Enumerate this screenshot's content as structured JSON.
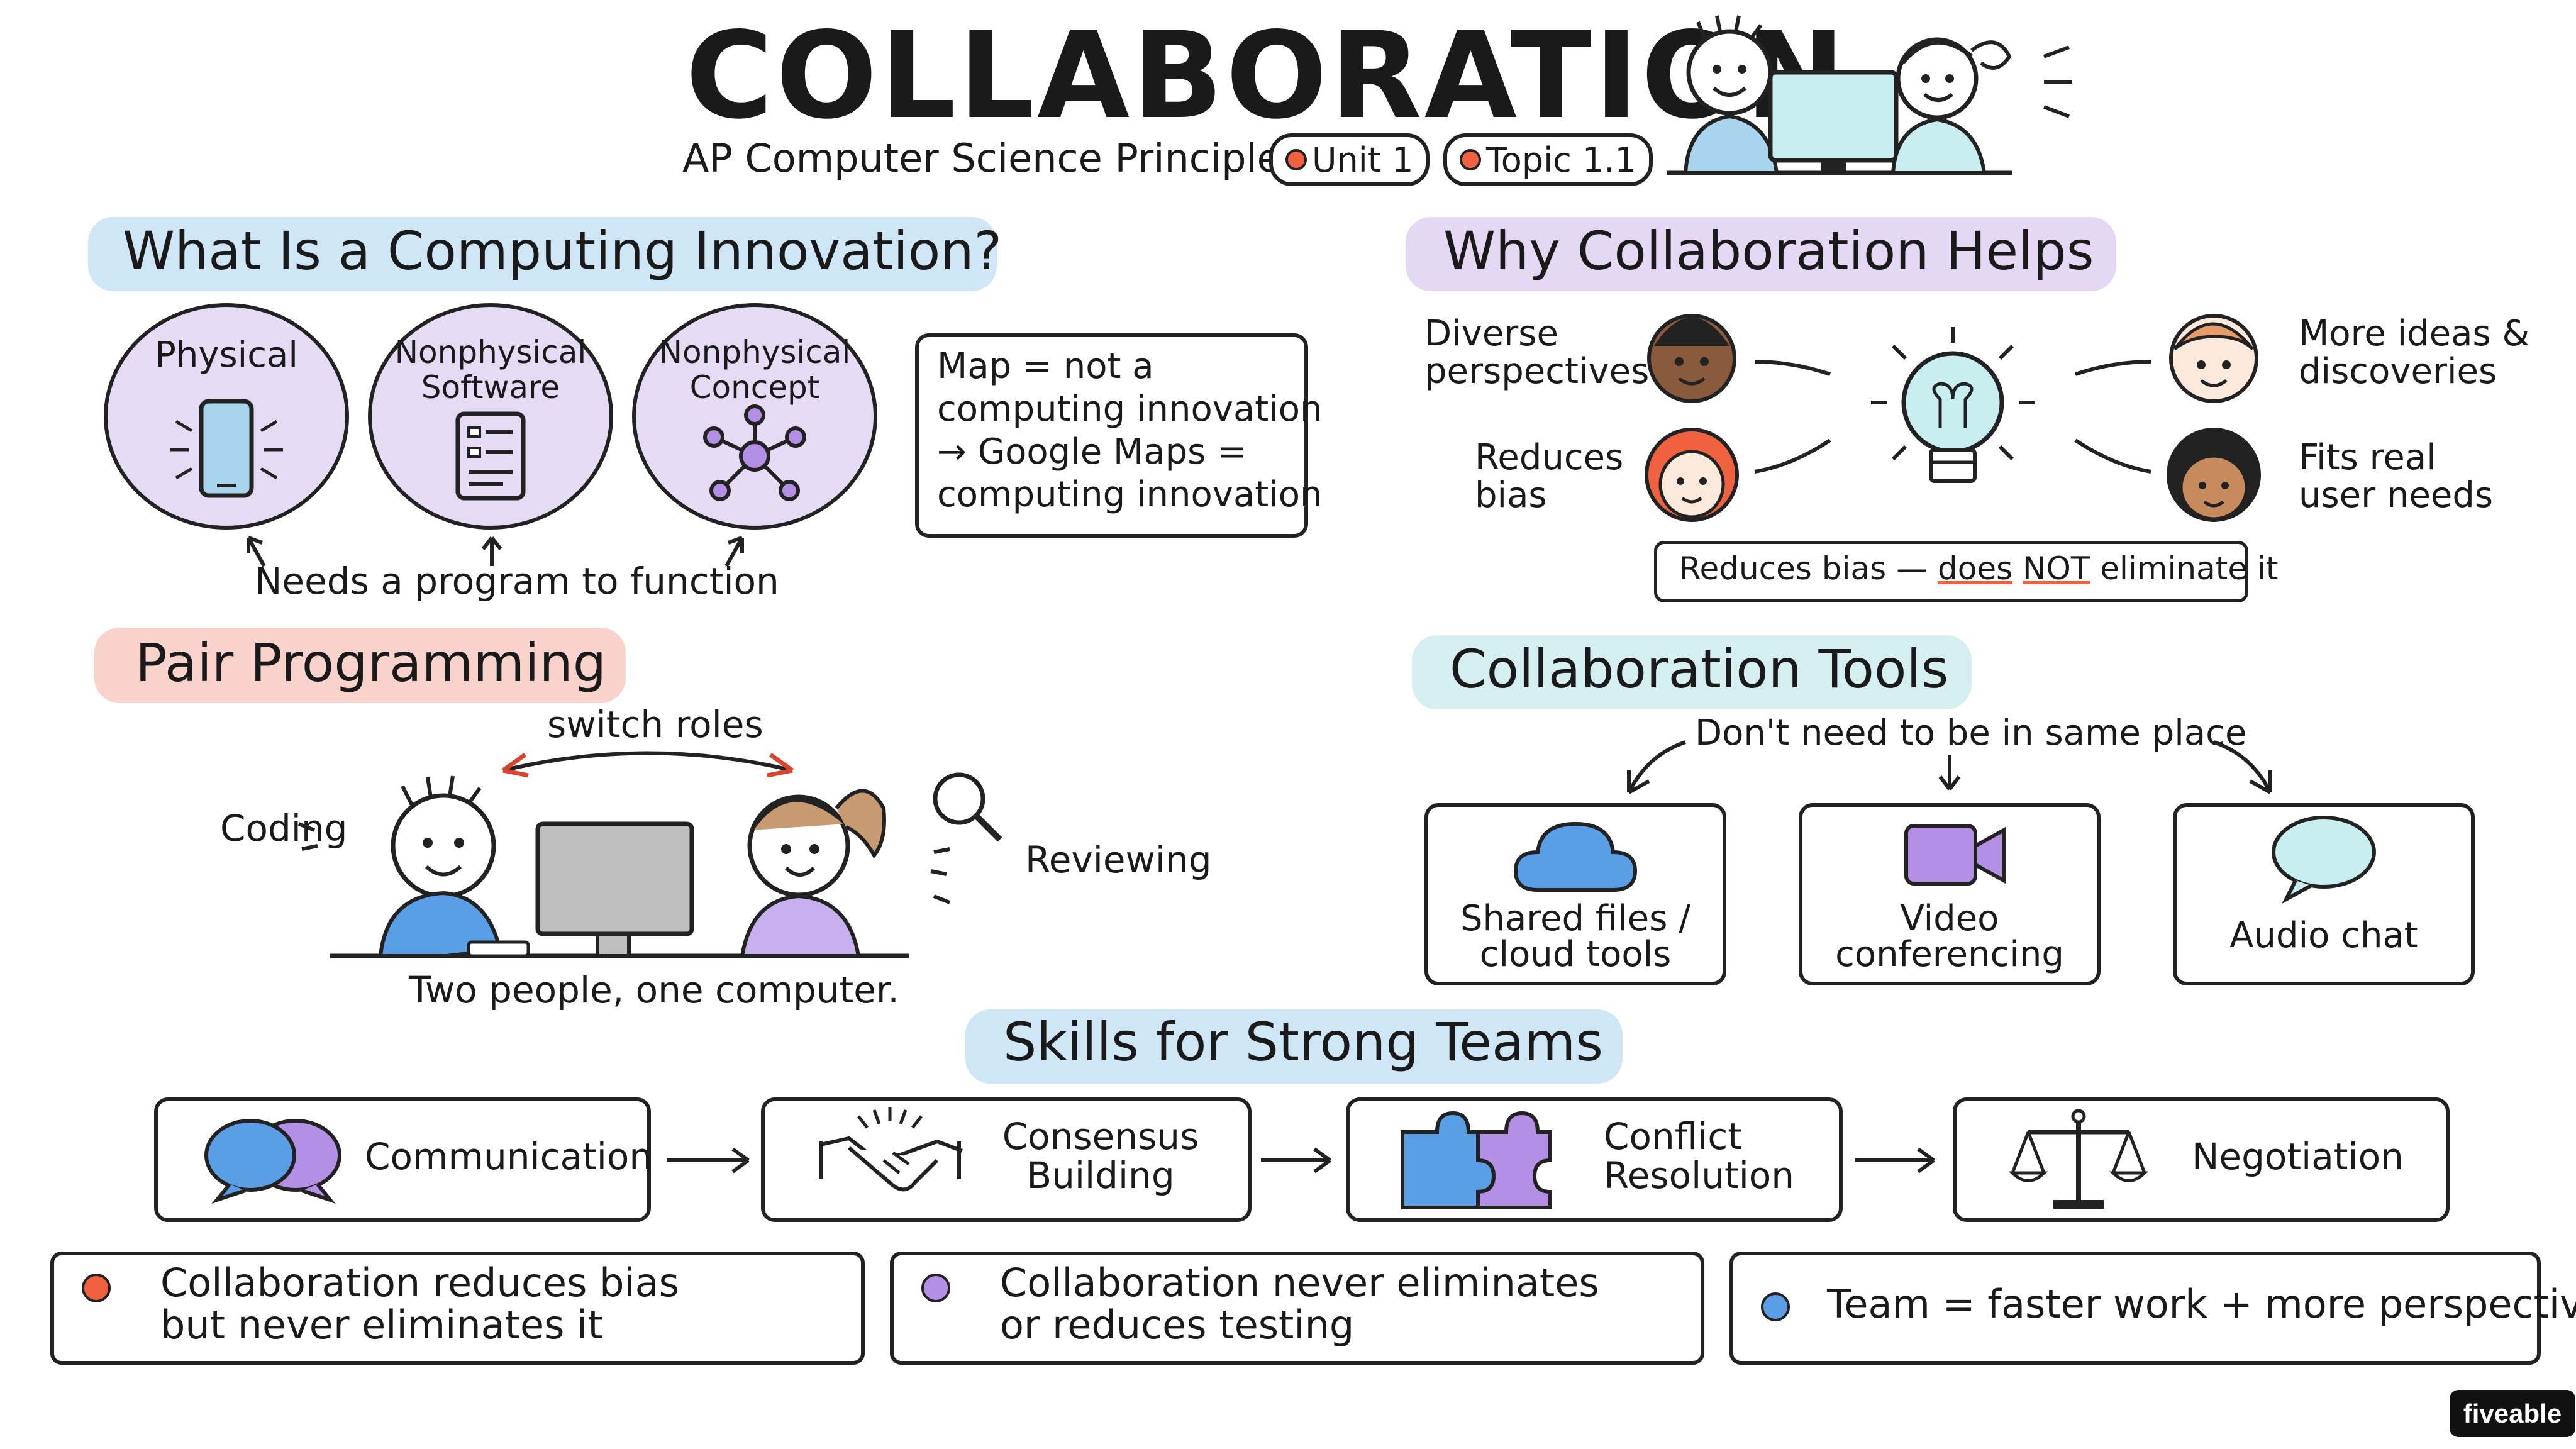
{
  "header": {
    "title": "COLLABORATION",
    "subtitle": "AP Computer Science Principles",
    "unit_pill": "Unit 1",
    "topic_pill": "Topic 1.1"
  },
  "innovation": {
    "heading": "What Is a Computing Innovation?",
    "circles": [
      {
        "label": "Physical",
        "icon": "phone-icon"
      },
      {
        "label": "Nonphysical Software",
        "icon": "document-icon"
      },
      {
        "label": "Nonphysical Concept",
        "icon": "network-icon"
      }
    ],
    "needs_program": "Needs a program to function",
    "map_note": [
      "Map = not a",
      "computing innovation",
      "→ Google Maps =",
      "computing innovation"
    ]
  },
  "why": {
    "heading": "Why Collaboration Helps",
    "diverse": [
      "Diverse",
      "perspectives"
    ],
    "reduces": [
      "Reduces",
      "bias"
    ],
    "more_ideas": [
      "More ideas &",
      "discoveries"
    ],
    "fits_needs": [
      "Fits real",
      "user needs"
    ],
    "note_prefix": "Reduces bias —",
    "note_does": "does",
    "note_not": "NOT",
    "note_suffix": "eliminate it"
  },
  "pair": {
    "heading": "Pair Programming",
    "switch_roles": "switch roles",
    "coding": "Coding",
    "reviewing": "Reviewing",
    "caption": "Two people, one computer."
  },
  "tools": {
    "heading": "Collaboration Tools",
    "subheading": "Don't need to be in same place",
    "items": [
      {
        "label_1": "Shared files /",
        "label_2": "cloud tools",
        "icon": "cloud-icon"
      },
      {
        "label_1": "Video",
        "label_2": "conferencing",
        "icon": "video-camera-icon"
      },
      {
        "label_1": "Audio chat",
        "label_2": "",
        "icon": "speech-bubble-icon"
      }
    ]
  },
  "skills": {
    "heading": "Skills for Strong Teams",
    "items": [
      {
        "label_1": "Communication",
        "label_2": "",
        "icon": "chat-bubbles-icon"
      },
      {
        "label_1": "Consensus",
        "label_2": "Building",
        "icon": "handshake-icon"
      },
      {
        "label_1": "Conflict",
        "label_2": "Resolution",
        "icon": "puzzle-icon"
      },
      {
        "label_1": "Negotiation",
        "label_2": "",
        "icon": "scales-icon"
      }
    ]
  },
  "takeaways": [
    {
      "line_1": "Collaboration reduces bias",
      "line_2": "but never eliminates it",
      "dot_color": "#f0623f"
    },
    {
      "line_1": "Collaboration never eliminates",
      "line_2": "or reduces testing",
      "dot_color": "#b48fe6"
    },
    {
      "line_1": "Team = faster work + more perspectives",
      "line_2": "",
      "dot_color": "#5a9ee6"
    }
  ],
  "brand": "fiveable",
  "colors": {
    "orange": "#f0623f",
    "purple": "#b48fe6",
    "blue": "#5a9ee6",
    "light_purple": "#e6dbf5",
    "light_blue": "#cfe6f7"
  }
}
